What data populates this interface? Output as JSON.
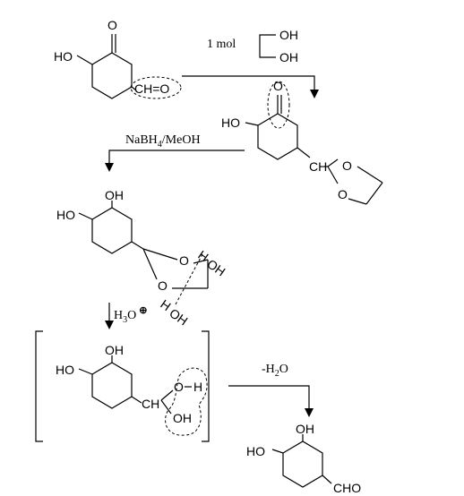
{
  "step1": {
    "reactant_labels": {
      "ho": "HO",
      "o": "O",
      "aldehyde": "CH=O"
    },
    "reagent_amount": "1 mol",
    "reagent_groups": {
      "top": "OH",
      "bottom": "OH"
    }
  },
  "step2": {
    "acetal_labels": {
      "ho": "HO",
      "o": "O",
      "ch": "CH",
      "o_ring_top": "O",
      "o_ring_bottom": "O"
    },
    "reagent": "NaBH",
    "reagent_sub": "4",
    "reagent_rest": "/MeOH"
  },
  "step3": {
    "labels": {
      "oh_top": "OH",
      "ho": "HO",
      "o_ring_top": "O",
      "o_ring_bottom": "O",
      "h1": "H",
      "oh1": "OH",
      "h2": "H",
      "oh2": "OH"
    },
    "reagent": "H",
    "reagent_sub": "3",
    "reagent_rest": "O",
    "reagent_sup": "⊕"
  },
  "intermediate": {
    "labels": {
      "oh_top": "OH",
      "ho": "HO",
      "ch": "CH",
      "o": "O",
      "h": "H",
      "oh": "OH"
    },
    "elimination": "-H",
    "elimination_sub": "2",
    "elimination_rest": "O"
  },
  "product": {
    "labels": {
      "oh_top": "OH",
      "ho": "HO",
      "cho": "CHO"
    }
  }
}
